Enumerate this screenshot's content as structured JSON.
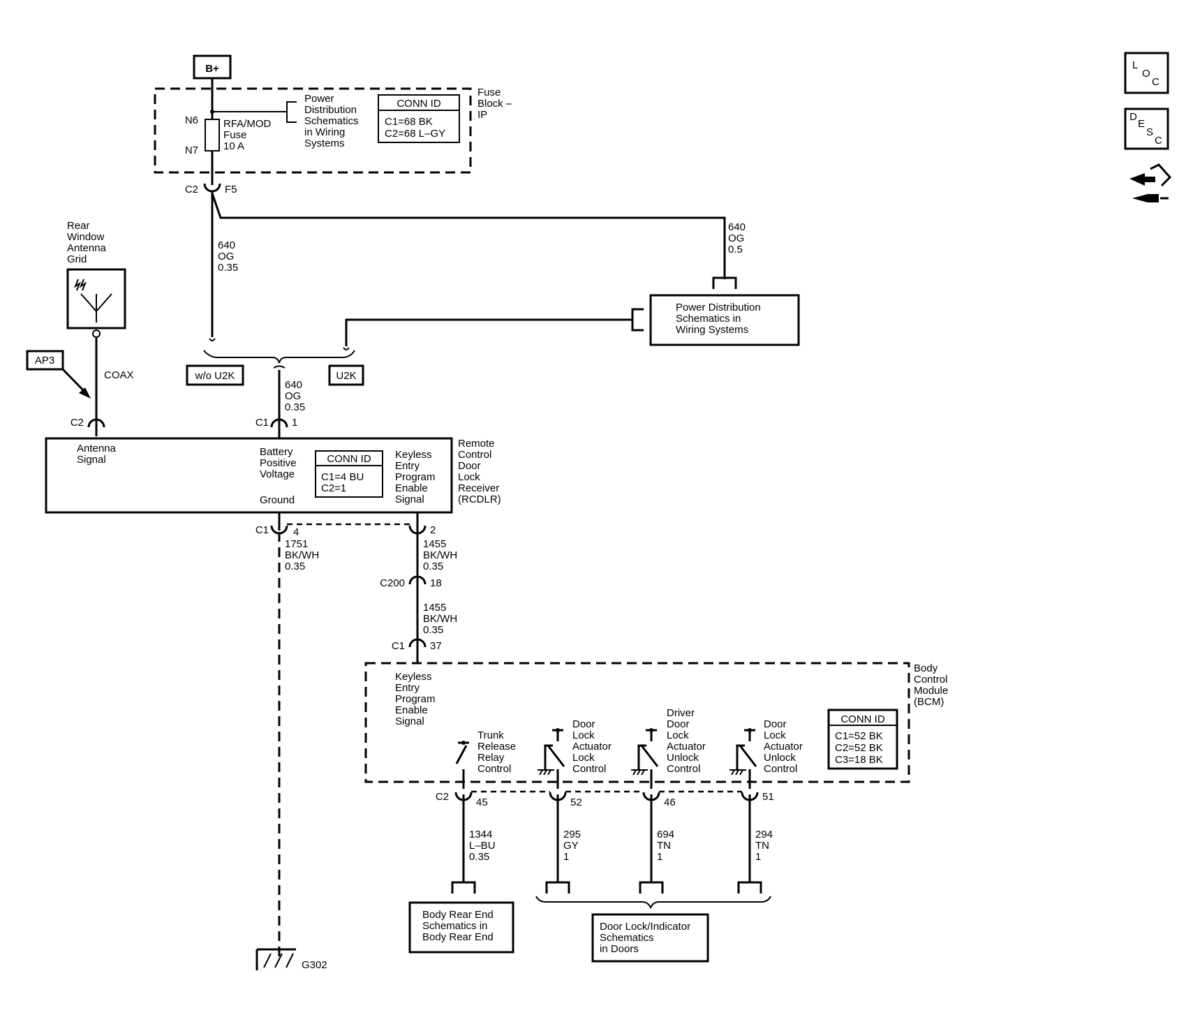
{
  "power": {
    "bplus": "B+"
  },
  "fuse_block": {
    "name": [
      "Fuse",
      "Block –",
      "IP"
    ],
    "n6": "N6",
    "n7": "N7",
    "fuse": [
      "RFA/MOD",
      "Fuse",
      "10 A"
    ],
    "pd_ref": [
      "Power",
      "Distribution",
      "Schematics",
      "in Wiring",
      "Systems"
    ],
    "conn_title": "CONN ID",
    "conn": [
      "C1=68 BK",
      "C2=68 L–GY"
    ]
  },
  "c2_f5": {
    "c": "C2",
    "pin": "F5"
  },
  "wire_640_left": [
    "640",
    "OG",
    "0.35"
  ],
  "wire_640_right": [
    "640",
    "OG",
    "0.5"
  ],
  "pd_box": [
    "Power Distribution",
    "Schematics in",
    "Wiring Systems"
  ],
  "options": {
    "wo_u2k": "w/o U2K",
    "u2k": "U2K"
  },
  "wire_640_mid": [
    "640",
    "OG",
    "0.35"
  ],
  "antenna": {
    "name": [
      "Rear",
      "Window",
      "Antenna",
      "Grid"
    ],
    "ap3": "AP3",
    "coax": "COAX",
    "c2": "C2"
  },
  "c1_1": {
    "c": "C1",
    "pin": "1"
  },
  "rcdlr": {
    "name": [
      "Remote",
      "Control",
      "Door",
      "Lock",
      "Receiver",
      "(RCDLR)"
    ],
    "antenna_signal": [
      "Antenna",
      "Signal"
    ],
    "bpv": [
      "Battery",
      "Positive",
      "Voltage"
    ],
    "ground": "Ground",
    "keyless": [
      "Keyless",
      "Entry",
      "Program",
      "Enable",
      "Signal"
    ],
    "conn_title": "CONN ID",
    "conn": [
      "C1=4 BU",
      "C2=1"
    ]
  },
  "c1_4_2": {
    "c": "C1",
    "pin4": "4",
    "pin2": "2"
  },
  "wire_1751": [
    "1751",
    "BK/WH",
    "0.35"
  ],
  "wire_1455_a": [
    "1455",
    "BK/WH",
    "0.35"
  ],
  "c200": {
    "c": "C200",
    "pin": "18"
  },
  "wire_1455_b": [
    "1455",
    "BK/WH",
    "0.35"
  ],
  "c1_37": {
    "c": "C1",
    "pin": "37"
  },
  "bcm": {
    "name": [
      "Body",
      "Control",
      "Module",
      "(BCM)"
    ],
    "keyless": [
      "Keyless",
      "Entry",
      "Program",
      "Enable",
      "Signal"
    ],
    "trunk": [
      "Trunk",
      "Release",
      "Relay",
      "Control"
    ],
    "lock": [
      "Door",
      "Lock",
      "Actuator",
      "Lock",
      "Control"
    ],
    "driver_unlock": [
      "Driver",
      "Door",
      "Lock",
      "Actuator",
      "Unlock",
      "Control"
    ],
    "unlock": [
      "Door",
      "Lock",
      "Actuator",
      "Unlock",
      "Control"
    ],
    "conn_title": "CONN ID",
    "conn": [
      "C1=52 BK",
      "C2=52 BK",
      "C3=18 BK"
    ]
  },
  "c2_pins": {
    "c": "C2",
    "p45": "45",
    "p52": "52",
    "p46": "46",
    "p51": "51"
  },
  "wire_1344": [
    "1344",
    "L–BU",
    "0.35"
  ],
  "wire_295": [
    "295",
    "GY",
    "1"
  ],
  "wire_694": [
    "694",
    "TN",
    "1"
  ],
  "wire_294": [
    "294",
    "TN",
    "1"
  ],
  "body_rear": [
    "Body Rear End",
    "Schematics in",
    "Body Rear End"
  ],
  "door_lock": [
    "Door Lock/Indicator",
    "Schematics",
    "in Doors"
  ],
  "ground_label": "G302",
  "nav": {
    "loc": [
      "L",
      "O",
      "C"
    ],
    "desc": [
      "D",
      "E",
      "S",
      "C"
    ]
  }
}
